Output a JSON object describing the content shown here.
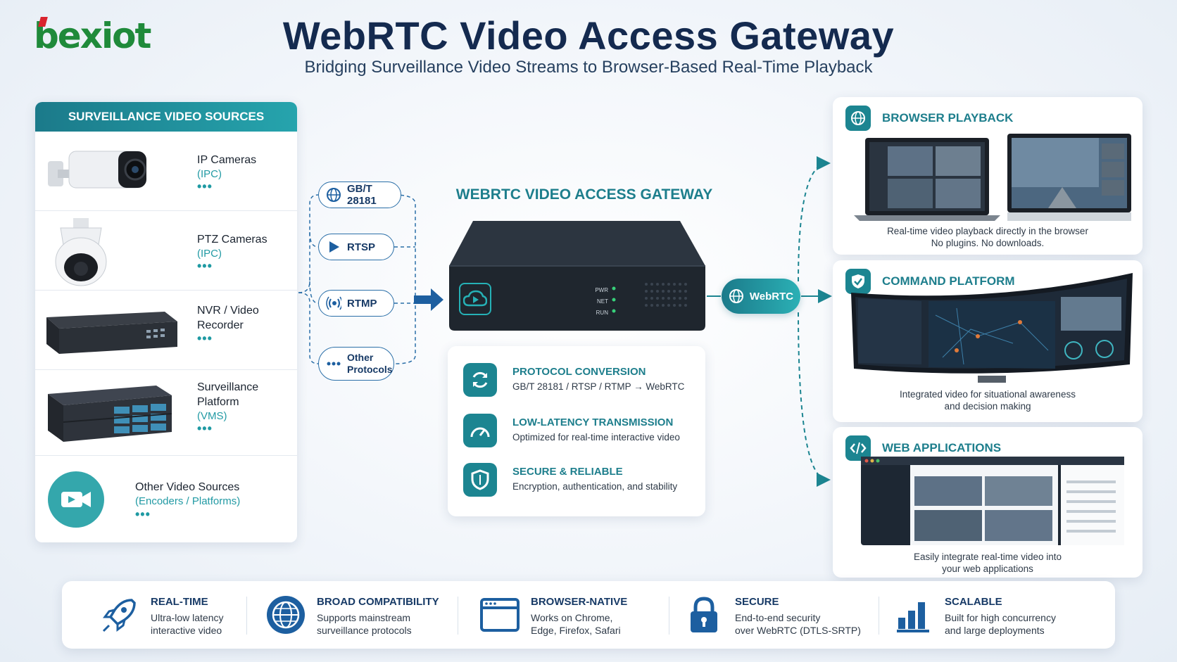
{
  "logo": {
    "text": "bexiot"
  },
  "header": {
    "title": "WebRTC Video Access Gateway",
    "subtitle": "Bridging Surveillance Video Streams to Browser-Based Real-Time Playback"
  },
  "sources": {
    "heading": "SURVEILLANCE VIDEO SOURCES",
    "items": [
      {
        "name": "IP Cameras",
        "sub": "(IPC)",
        "dots": "•••",
        "icon": "ip-camera-icon"
      },
      {
        "name": "PTZ Cameras",
        "sub": "(IPC)",
        "dots": "•••",
        "icon": "ptz-camera-icon"
      },
      {
        "name": "NVR / Video",
        "name2": "Recorder",
        "dots": "•••",
        "icon": "nvr-icon"
      },
      {
        "name": "Surveillance",
        "name2": "Platform",
        "sub": "(VMS)",
        "dots": "•••",
        "icon": "server-icon"
      },
      {
        "name": "Other Video Sources",
        "sub": "(Encoders / Platforms)",
        "dots": "•••",
        "icon": "video-camera-icon"
      }
    ]
  },
  "protocols": [
    {
      "label": "GB/T 28181",
      "icon": "globe-icon"
    },
    {
      "label": "RTSP",
      "icon": "play-icon"
    },
    {
      "label": "RTMP",
      "icon": "broadcast-icon"
    },
    {
      "label": "Other",
      "label2": "Protocols",
      "icon": "dots-icon"
    }
  ],
  "gateway": {
    "title": "WEBRTC VIDEO ACCESS GATEWAY",
    "leds": [
      "PWR",
      "NET",
      "RUN"
    ],
    "features": [
      {
        "title": "PROTOCOL CONVERSION",
        "desc": "GB/T 28181 / RTSP / RTMP → WebRTC",
        "icon": "refresh-icon"
      },
      {
        "title": "LOW-LATENCY TRANSMISSION",
        "desc": "Optimized for real-time interactive video",
        "icon": "speedometer-icon"
      },
      {
        "title": "SECURE & RELIABLE",
        "desc": "Encryption, authentication, and stability",
        "icon": "shield-icon"
      }
    ]
  },
  "webrtc_label": "WebRTC",
  "outputs": [
    {
      "title": "BROWSER PLAYBACK",
      "cap1": "Real-time video playback directly in the browser",
      "cap2": "No plugins. No downloads.",
      "icon": "globe-icon"
    },
    {
      "title": "COMMAND PLATFORM",
      "cap1": "Integrated video for situational awareness",
      "cap2": "and decision making",
      "icon": "shield-check-icon"
    },
    {
      "title": "WEB APPLICATIONS",
      "cap1": "Easily integrate real-time video into",
      "cap2": "your web applications",
      "icon": "code-icon"
    }
  ],
  "benefits": [
    {
      "title": "REAL-TIME",
      "d1": "Ultra-low latency",
      "d2": "interactive video",
      "icon": "rocket-icon"
    },
    {
      "title": "BROAD COMPATIBILITY",
      "d1": "Supports mainstream",
      "d2": "surveillance protocols",
      "icon": "globe-icon"
    },
    {
      "title": "BROWSER-NATIVE",
      "d1": "Works on Chrome,",
      "d2": "Edge, Firefox, Safari",
      "icon": "browser-window-icon"
    },
    {
      "title": "SECURE",
      "d1": "End-to-end security",
      "d2": "over WebRTC (DTLS-SRTP)",
      "icon": "lock-icon"
    },
    {
      "title": "SCALABLE",
      "d1": "Built for high concurrency",
      "d2": "and large deployments",
      "icon": "bar-chart-icon"
    }
  ],
  "colors": {
    "teal": "#1c8591",
    "navy": "#142a4f",
    "blue": "#1d5fa0",
    "green": "#1f8a3a",
    "red": "#d9232d"
  }
}
